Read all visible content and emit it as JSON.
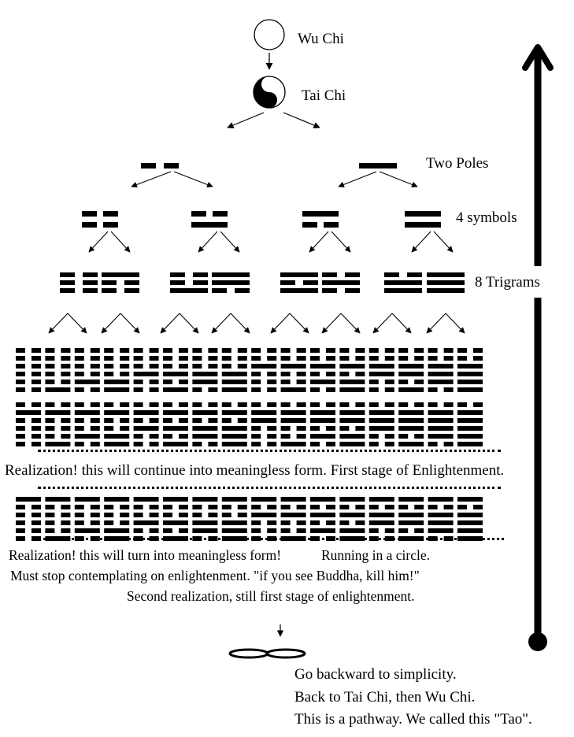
{
  "labels": {
    "wu_chi": "Wu Chi",
    "tai_chi": "Tai Chi",
    "two_poles": "Two Poles",
    "four_symbols": "4 symbols",
    "eight_trigrams": "8 Trigrams"
  },
  "notes": {
    "first_realization": "Realization! this will continue into meaningless form. First stage of Enlightenment.",
    "second_realization_line1": "Realization! this will turn into meaningless form!",
    "running_circle": "Running in a circle.",
    "second_realization_line2": "Must stop contemplating on enlightenment. \"if you see Buddha, kill him!\"",
    "second_realization_line3": "Second realization, still first stage of enlightenment.",
    "closing_line1": "Go backward to  simplicity.",
    "closing_line2": "Back to  Tai Chi, then Wu Chi.",
    "closing_line3": "This is a pathway. We called this \"Tao\"."
  },
  "colors": {
    "ink": "#000000",
    "paper": "#ffffff"
  },
  "diagram": {
    "two_poles": [
      [
        0
      ],
      [
        1
      ]
    ],
    "four_symbols": [
      [
        0,
        0
      ],
      [
        1,
        0
      ],
      [
        0,
        1
      ],
      [
        1,
        1
      ]
    ],
    "eight_trigrams": [
      [
        0,
        0,
        0
      ],
      [
        0,
        0,
        1
      ],
      [
        1,
        0,
        0
      ],
      [
        0,
        1,
        1
      ],
      [
        1,
        0,
        1
      ],
      [
        0,
        1,
        0
      ],
      [
        1,
        1,
        0
      ],
      [
        1,
        1,
        1
      ]
    ]
  }
}
